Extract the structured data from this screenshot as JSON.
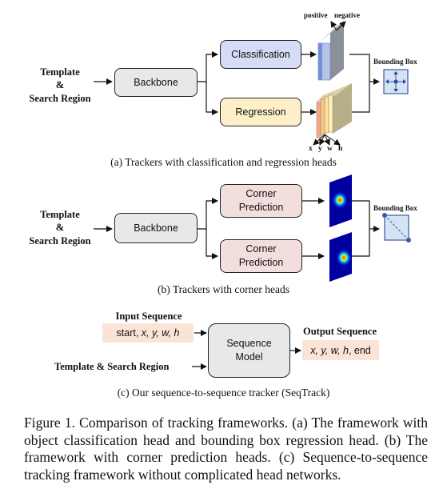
{
  "panel_a": {
    "input_label": "Template\n&\nSearch Region",
    "backbone": "Backbone",
    "classification": "Classification",
    "regression": "Regression",
    "positive": "positive",
    "negative": "negative",
    "bbox_label": "Bounding Box",
    "axis_x": "x",
    "axis_y": "y",
    "axis_w": "w",
    "axis_h": "h",
    "caption": "(a) Trackers with classification and regression heads"
  },
  "panel_b": {
    "input_label": "Template\n&\nSearch Region",
    "backbone": "Backbone",
    "corner1": "Corner\nPrediction",
    "corner2": "Corner\nPrediction",
    "bbox_label": "Bounding Box",
    "caption": "(b) Trackers with corner heads"
  },
  "panel_c": {
    "input_sequence_label": "Input Sequence",
    "input_sequence_prefix": "start, ",
    "input_sequence_vars": "x, y, w, h",
    "model": "Sequence\nModel",
    "output_sequence_label": "Output Sequence",
    "output_sequence_vars": "x, y, w, h",
    "output_sequence_suffix": ", end",
    "template_label": "Template & Search Region",
    "caption": "(c) Our sequence-to-sequence tracker (SeqTrack)"
  },
  "figure_caption": "Figure 1. Comparison of tracking frameworks. (a) The framework with object classification head and bounding box regression head. (b) The framework with corner prediction heads. (c) Sequence-to-sequence tracking framework without complicated head networks.",
  "colors": {
    "backbone": "#e8e8e8",
    "classification": "#d6dcf5",
    "regression": "#fdf0c8",
    "corner": "#f3dede",
    "sequence_box": "#fbe3d6",
    "model": "#e8e8e8",
    "bbox_fill": "#d5e3f3",
    "bbox_stroke": "#3b5aa6"
  }
}
